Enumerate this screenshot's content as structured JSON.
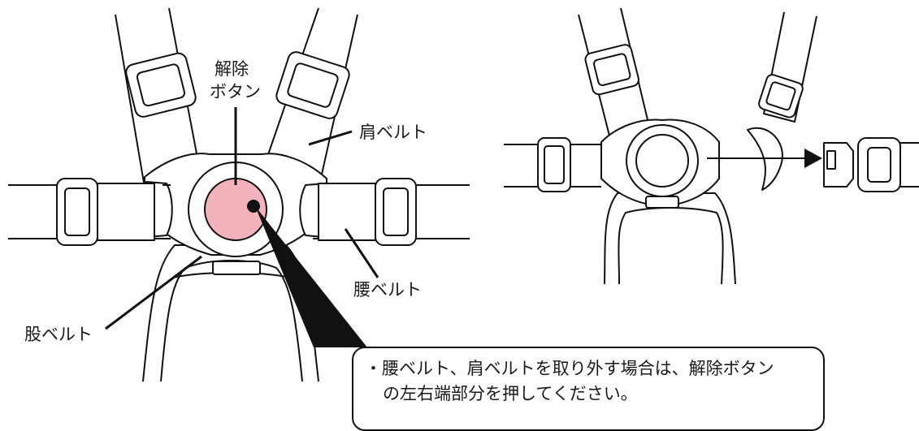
{
  "labels": {
    "release_button_line1": "解除",
    "release_button_line2": "ボタン",
    "shoulder_belt": "肩ベルト",
    "waist_belt": "腰ベルト",
    "crotch_belt": "股ベルト"
  },
  "callout": {
    "line1": "・腰ベルト、肩ベルトを取り外す場合は、解除ボタン",
    "line2": "の左右端部分を押してください。"
  },
  "colors": {
    "release_button_fill": "#f2b3bd",
    "outline": "#111111"
  }
}
